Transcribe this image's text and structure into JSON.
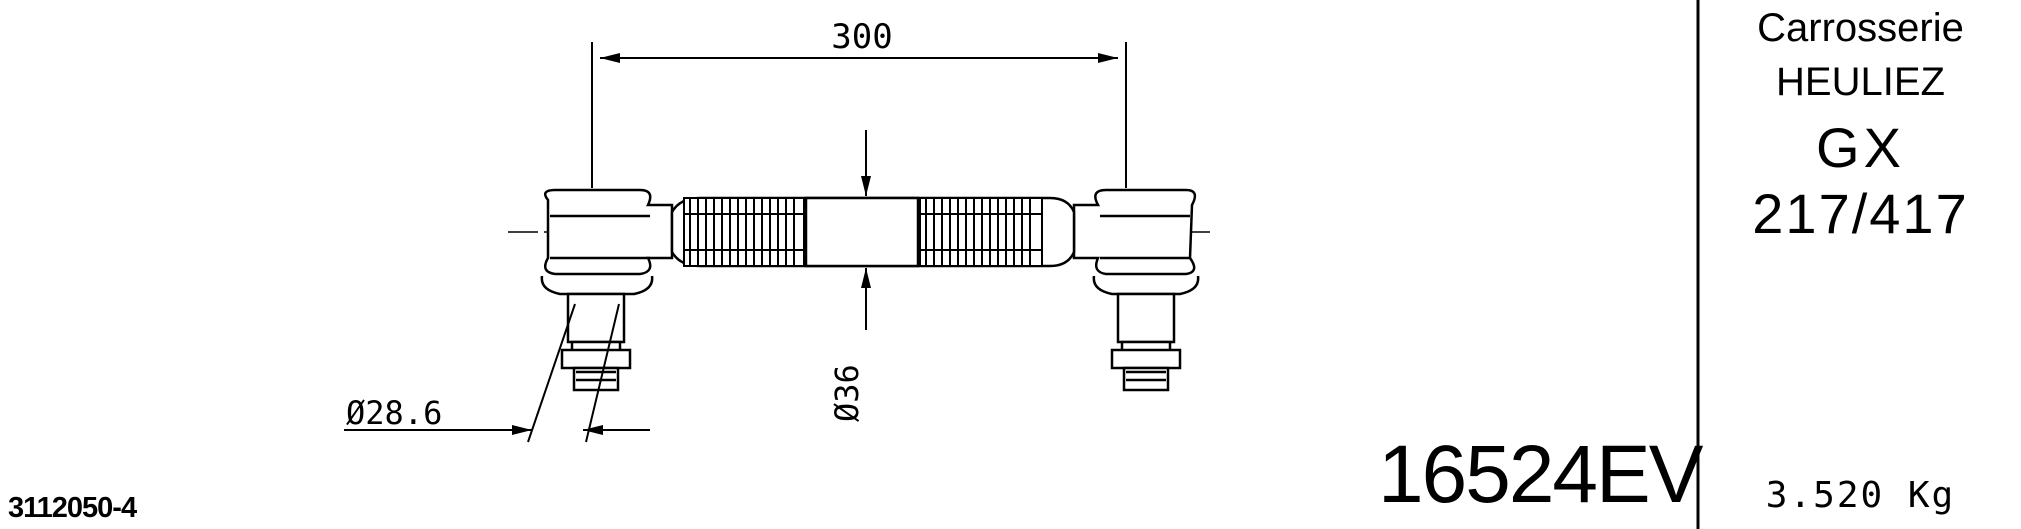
{
  "drawing": {
    "dim_length": "300",
    "dim_tube_dia": "Ø36",
    "dim_pin_dia": "Ø28.6"
  },
  "part_number": "16524EV",
  "reference": "3112050-4",
  "sidebar": {
    "body_label": "Carrosserie",
    "brand": "HEULIEZ",
    "model": "GX",
    "variant": "217/417",
    "weight": "3.520 Kg"
  }
}
